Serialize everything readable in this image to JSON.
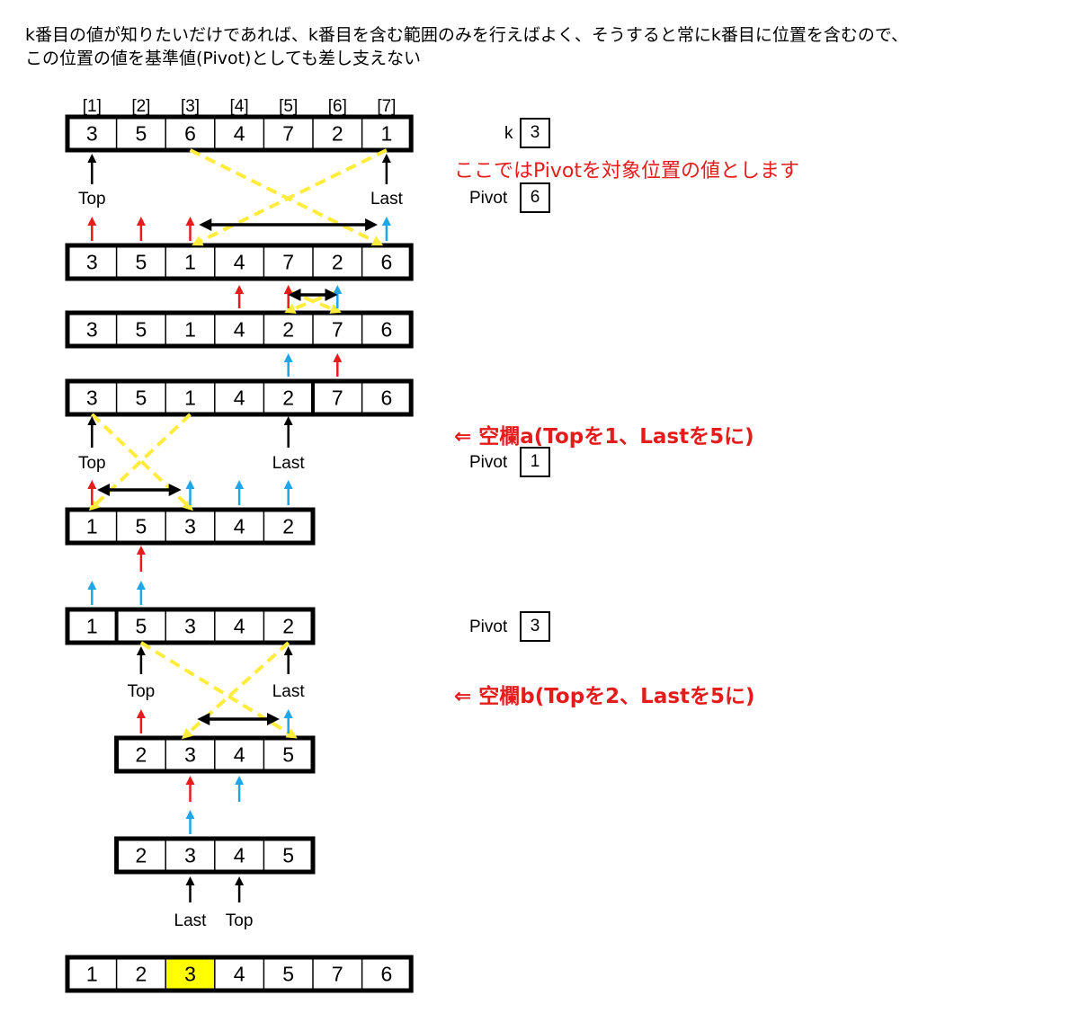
{
  "intro": {
    "line1": "k番目の値が知りたいだけであれば、k番目を含む範囲のみを行えばよく、そうすると常にk番目に位置を含むので、",
    "line2": "この位置の値を基準値(Pivot)としても差し支えない"
  },
  "indices": [
    "[1]",
    "[2]",
    "[3]",
    "[4]",
    "[5]",
    "[6]",
    "[7]"
  ],
  "rows": [
    {
      "id": "row1",
      "start": 0,
      "values": [
        "3",
        "5",
        "6",
        "4",
        "7",
        "2",
        "1"
      ]
    },
    {
      "id": "row2",
      "start": 0,
      "values": [
        "3",
        "5",
        "1",
        "4",
        "7",
        "2",
        "6"
      ]
    },
    {
      "id": "row3",
      "start": 0,
      "values": [
        "3",
        "5",
        "1",
        "4",
        "2",
        "7",
        "6"
      ]
    },
    {
      "id": "row4",
      "start": 0,
      "values": [
        "3",
        "5",
        "1",
        "4",
        "2",
        "7",
        "6"
      ]
    },
    {
      "id": "row5",
      "start": 0,
      "values": [
        "1",
        "5",
        "3",
        "4",
        "2"
      ]
    },
    {
      "id": "row6",
      "start": 0,
      "values": [
        "1",
        "5",
        "3",
        "4",
        "2"
      ]
    },
    {
      "id": "row7",
      "start": 1,
      "values": [
        "2",
        "3",
        "4",
        "5"
      ]
    },
    {
      "id": "row8",
      "start": 1,
      "values": [
        "2",
        "3",
        "4",
        "5"
      ]
    },
    {
      "id": "row9",
      "start": 0,
      "values": [
        "1",
        "2",
        "3",
        "4",
        "5",
        "7",
        "6"
      ],
      "highlight": 2
    }
  ],
  "pointer_labels": {
    "top": "Top",
    "last": "Last"
  },
  "side": {
    "k_label": "k",
    "k_value": "3",
    "pivot_label": "Pivot",
    "pivot_note": "ここではPivotを対象位置の値とします",
    "pivot1": "6",
    "pivot2": "1",
    "pivot3": "3",
    "note_a": "⇐  空欄a(Topを1、Lastを5に)",
    "note_b": "⇐  空欄b(Topを2、Lastを5に)"
  },
  "colors": {
    "red_arrow": "#e51c1c",
    "blue_arrow": "#1ea6e8",
    "swap_line": "#ffec3d",
    "highlight": "#ffff00",
    "note_red": "#e51c1c"
  }
}
